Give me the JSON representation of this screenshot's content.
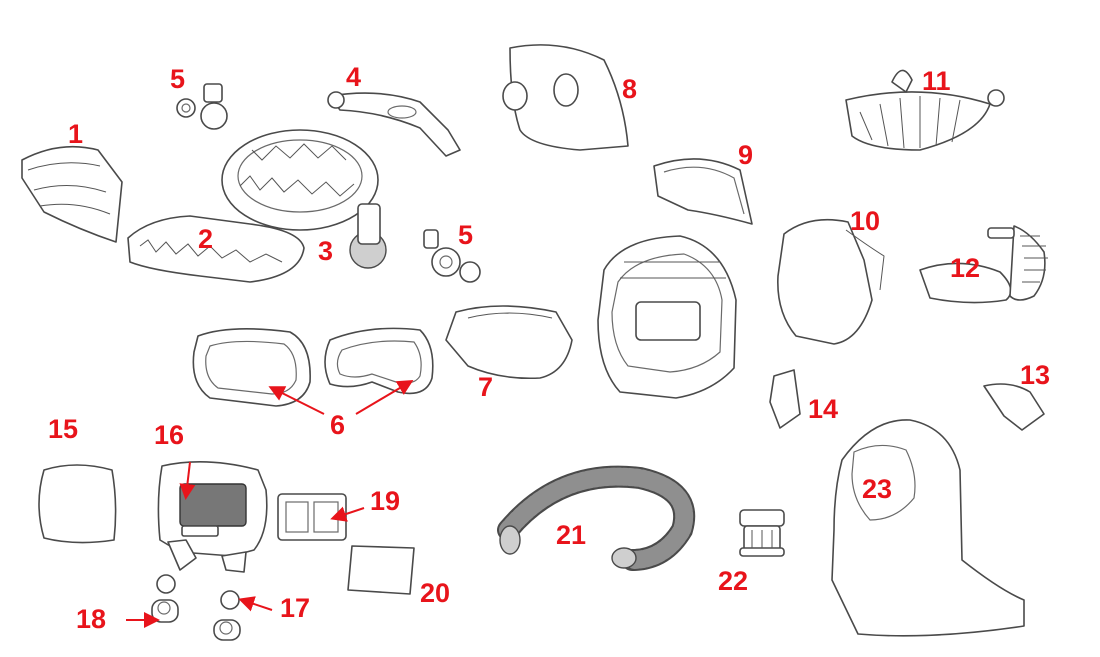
{
  "colors": {
    "label": "#e8141b",
    "line": "#4a4a4a",
    "arrow": "#e8141b"
  },
  "labels": [
    {
      "id": "1",
      "text": "1"
    },
    {
      "id": "2",
      "text": "2"
    },
    {
      "id": "3",
      "text": "3"
    },
    {
      "id": "4",
      "text": "4"
    },
    {
      "id": "5a",
      "text": "5"
    },
    {
      "id": "5b",
      "text": "5"
    },
    {
      "id": "6",
      "text": "6"
    },
    {
      "id": "7",
      "text": "7"
    },
    {
      "id": "8",
      "text": "8"
    },
    {
      "id": "9",
      "text": "9"
    },
    {
      "id": "10",
      "text": "10"
    },
    {
      "id": "11",
      "text": "11"
    },
    {
      "id": "12",
      "text": "12"
    },
    {
      "id": "13",
      "text": "13"
    },
    {
      "id": "14",
      "text": "14"
    },
    {
      "id": "15",
      "text": "15"
    },
    {
      "id": "16",
      "text": "16"
    },
    {
      "id": "17",
      "text": "17"
    },
    {
      "id": "18",
      "text": "18"
    },
    {
      "id": "19",
      "text": "19"
    },
    {
      "id": "20",
      "text": "20"
    },
    {
      "id": "21",
      "text": "21"
    },
    {
      "id": "22",
      "text": "22"
    },
    {
      "id": "23",
      "text": "23"
    }
  ]
}
